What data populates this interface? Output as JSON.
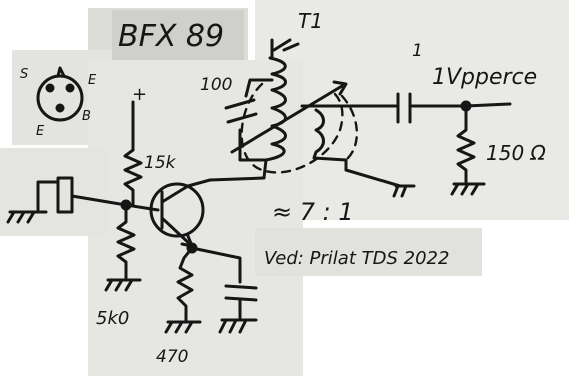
{
  "colors": {
    "paper": "#ececea",
    "paper_dark": "#e3e3e0",
    "paper_grey": "#c9c9c6",
    "ink": "#161616"
  },
  "labels": {
    "transistor_type": "BFX 89",
    "transformer": "T1",
    "pin_s": "S",
    "pin_e_top": "E",
    "pin_b": "B",
    "pin_e_bottom": "E",
    "supply_plus": "+",
    "tune_cap": "100",
    "coupling_mark": "1",
    "output_level": "1Vpperce",
    "load_resistor": "150 Ω",
    "bias_resistor_top": "15k",
    "bias_resistor_bottom": "5k0",
    "emitter_resistor": "470",
    "turns_ratio": "≈ 7 : 1",
    "note": "Ved: Prilat TDS 2022"
  }
}
